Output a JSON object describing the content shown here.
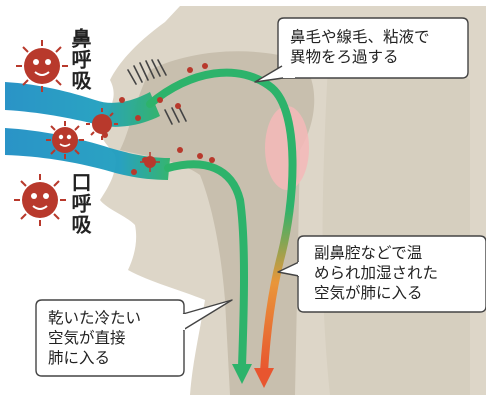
{
  "labels": {
    "nose_breathing": "鼻呼吸",
    "mouth_breathing": "口呼吸"
  },
  "callouts": {
    "filter": [
      "鼻毛や線毛、粘液で",
      "異物をろ過する"
    ],
    "humidify": [
      "副鼻腔などで温",
      "められ加湿された",
      "空気が肺に入る"
    ],
    "dry": [
      "乾いた冷たい",
      "空気が直接",
      "肺に入る"
    ]
  },
  "colors": {
    "head": "#ddd6c8",
    "cavity": "#c8bfae",
    "nose_stream": "#1f8ec4",
    "green_flow": "#2db36b",
    "warm_flow": "#e8552f",
    "sinus": "#f4b8b8",
    "germ": "#b8392c",
    "particle": "#b8392c"
  },
  "icons": [
    "germ-icon",
    "nose-hair-icon",
    "sinus-icon",
    "flow-arrow-icon"
  ]
}
